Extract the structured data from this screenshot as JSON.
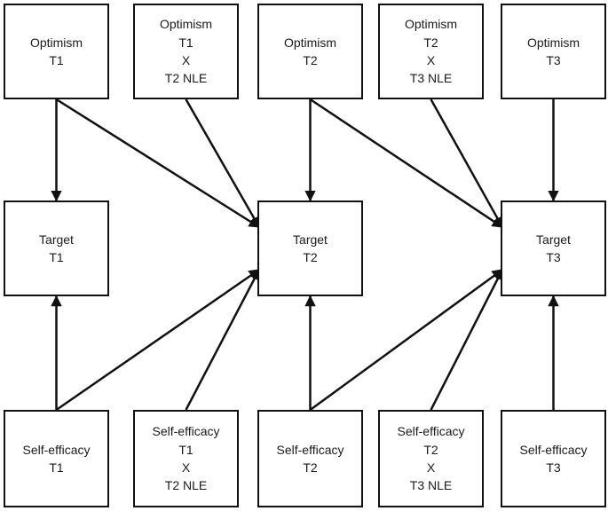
{
  "nodes": {
    "optimism_t1": {
      "lines": [
        "Optimism",
        "T1"
      ]
    },
    "optimism_t1_x_t2": {
      "lines": [
        "Optimism",
        "T1",
        "X",
        "T2 NLE"
      ]
    },
    "optimism_t2": {
      "lines": [
        "Optimism",
        "T2"
      ]
    },
    "optimism_t2_x_t3": {
      "lines": [
        "Optimism",
        "T2",
        "X",
        "T3 NLE"
      ]
    },
    "optimism_t3": {
      "lines": [
        "Optimism",
        "T3"
      ]
    },
    "target_t1": {
      "lines": [
        "Target",
        "T1"
      ]
    },
    "target_t2": {
      "lines": [
        "Target",
        "T2"
      ]
    },
    "target_t3": {
      "lines": [
        "Target",
        "T3"
      ]
    },
    "selfeff_t1": {
      "lines": [
        "Self-efficacy",
        "T1"
      ]
    },
    "selfeff_t1_x_t2": {
      "lines": [
        "Self-efficacy",
        "T1",
        "X",
        "T2 NLE"
      ]
    },
    "selfeff_t2": {
      "lines": [
        "Self-efficacy",
        "T2"
      ]
    },
    "selfeff_t2_x_t3": {
      "lines": [
        "Self-efficacy",
        "T2",
        "X",
        "T3 NLE"
      ]
    },
    "selfeff_t3": {
      "lines": [
        "Self-efficacy",
        "T3"
      ]
    }
  },
  "edges": [
    {
      "from": "optimism_t1",
      "to": "target_t1"
    },
    {
      "from": "optimism_t1",
      "to": "target_t2"
    },
    {
      "from": "optimism_t1_x_t2",
      "to": "target_t2"
    },
    {
      "from": "optimism_t2",
      "to": "target_t2"
    },
    {
      "from": "optimism_t2",
      "to": "target_t3"
    },
    {
      "from": "optimism_t2_x_t3",
      "to": "target_t3"
    },
    {
      "from": "optimism_t3",
      "to": "target_t3"
    },
    {
      "from": "selfeff_t1",
      "to": "target_t1"
    },
    {
      "from": "selfeff_t1",
      "to": "target_t2"
    },
    {
      "from": "selfeff_t1_x_t2",
      "to": "target_t2"
    },
    {
      "from": "selfeff_t2",
      "to": "target_t2"
    },
    {
      "from": "selfeff_t2",
      "to": "target_t3"
    },
    {
      "from": "selfeff_t2_x_t3",
      "to": "target_t3"
    },
    {
      "from": "selfeff_t3",
      "to": "target_t3"
    }
  ],
  "colors": {
    "stroke": "#111111",
    "text": "#1a1a1a",
    "background": "#ffffff"
  }
}
